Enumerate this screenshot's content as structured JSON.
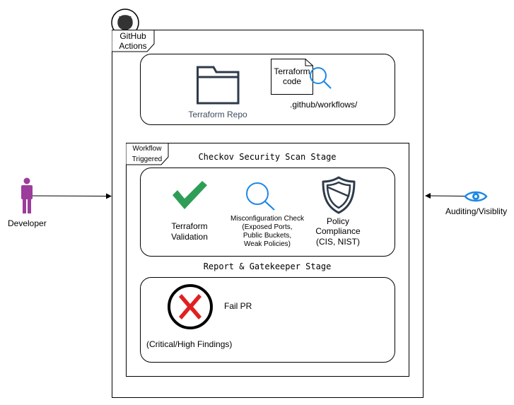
{
  "github_actions": {
    "label_line1": "GitHub",
    "label_line2": "Actions"
  },
  "repo_section": {
    "repo_label": "Terraform Repo",
    "code_label_line1": "Terraform",
    "code_label_line2": "code",
    "path_label": ".github/workflows/"
  },
  "workflow": {
    "tag_line1": "Workflow",
    "tag_line2": "Triggered"
  },
  "checkov_stage": {
    "title": "Checkov Security Scan Stage",
    "validation_line1": "Terraform",
    "validation_line2": "Validation",
    "misconfig_line1": "Misconfiguration Check",
    "misconfig_line2": "(Exposed Ports,",
    "misconfig_line3": "Public Buckets,",
    "misconfig_line4": "Weak Policies)",
    "policy_line1": "Policy",
    "policy_line2": "Compliance",
    "policy_line3": "(CIS, NIST)"
  },
  "report_stage": {
    "title": "Report & Gatekeeper Stage",
    "fail_label": "Fail PR",
    "findings_label": "(Critical/High Findings)"
  },
  "actors": {
    "developer_label": "Developer",
    "auditing_label": "Auditing/Visiblity"
  },
  "colors": {
    "check_green": "#2E9E57",
    "search_blue": "#1E88E5",
    "fail_red": "#E02020",
    "developer_purple": "#9C3D9C",
    "eye_blue": "#1E88E5",
    "repo_text": "#3D4B5C"
  }
}
